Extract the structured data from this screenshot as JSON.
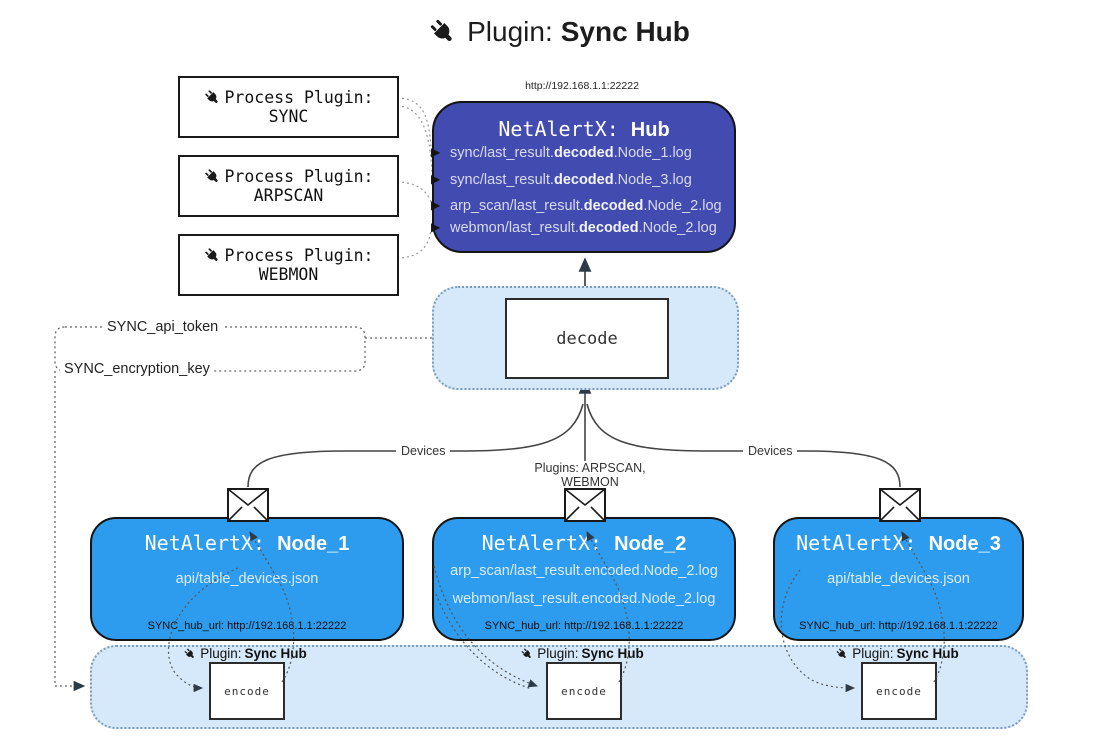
{
  "title": {
    "prefix": "Plugin: ",
    "name": "Sync Hub"
  },
  "hub": {
    "url": "http://192.168.1.1:22222",
    "name_prefix": "NetAlertX: ",
    "name": "Hub",
    "logs": [
      {
        "pre": "sync/last_result.",
        "bold": "decoded",
        "post": ".Node_1.log"
      },
      {
        "pre": "sync/last_result.",
        "bold": "decoded",
        "post": ".Node_3.log"
      },
      {
        "pre": "arp_scan/last_result.",
        "bold": "decoded",
        "post": ".Node_2.log"
      },
      {
        "pre": "webmon/last_result.",
        "bold": "decoded",
        "post": ".Node_2.log"
      }
    ]
  },
  "process_plugins": [
    {
      "label": "Process Plugin:",
      "name": "SYNC"
    },
    {
      "label": "Process Plugin:",
      "name": "ARPSCAN"
    },
    {
      "label": "Process Plugin:",
      "name": "WEBMON"
    }
  ],
  "decode": {
    "label": "decode"
  },
  "tokens": {
    "api_token": "SYNC_api_token",
    "encryption_key": "SYNC_encryption_key"
  },
  "edges": {
    "devices_left": "Devices",
    "devices_right": "Devices",
    "plugins_center": "Plugins: ARPSCAN, WEBMON"
  },
  "nodes": [
    {
      "name_prefix": "NetAlertX: ",
      "name": "Node_1",
      "files": [
        "api/table_devices.json"
      ],
      "hub_url": "SYNC_hub_url: http://192.168.1.1:22222"
    },
    {
      "name_prefix": "NetAlertX: ",
      "name": "Node_2",
      "files": [
        "arp_scan/last_result.encoded.Node_2.log",
        "webmon/last_result.encoded.Node_2.log"
      ],
      "hub_url": "SYNC_hub_url: http://192.168.1.1:22222"
    },
    {
      "name_prefix": "NetAlertX: ",
      "name": "Node_3",
      "files": [
        "api/table_devices.json"
      ],
      "hub_url": "SYNC_hub_url: http://192.168.1.1:22222"
    }
  ],
  "encoders": [
    {
      "plugin_prefix": "Plugin: ",
      "plugin_name": "Sync Hub",
      "label": "encode"
    },
    {
      "plugin_prefix": "Plugin: ",
      "plugin_name": "Sync Hub",
      "label": "encode"
    },
    {
      "plugin_prefix": "Plugin: ",
      "plugin_name": "Sync Hub",
      "label": "encode"
    }
  ],
  "colors": {
    "hub_bg": "#424BB0",
    "node_bg": "#2D9CEE",
    "band_bg": "#D6E9FA",
    "band_border": "#7d9cba",
    "hub_log_text": "#d8daed",
    "node_file_text": "#d9ecfb",
    "arrowhead": "#2d3b49"
  }
}
